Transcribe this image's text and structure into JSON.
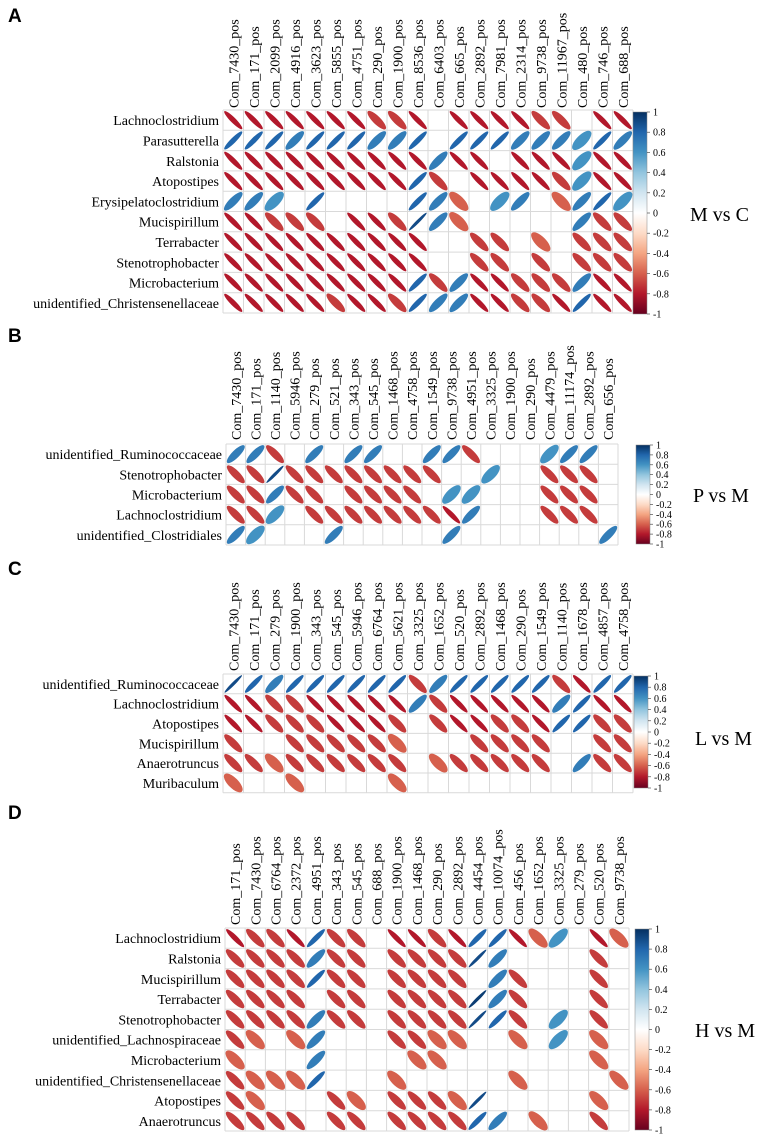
{
  "chart_data": [
    {
      "type": "heatmap",
      "panel": "A",
      "comparison": "M  vs C",
      "columns": [
        "Com_7430_pos",
        "Com_171_pos",
        "Com_2099_pos",
        "Com_4916_pos",
        "Com_3623_pos",
        "Com_5855_pos",
        "Com_4751_pos",
        "Com_290_pos",
        "Com_1900_pos",
        "Com_8536_pos",
        "Com_6403_pos",
        "Com_665_pos",
        "Com_2892_pos",
        "Com_7981_pos",
        "Com_2314_pos",
        "Com_9738_pos",
        "Com_11967_pos",
        "Com_480_pos",
        "Com_746_pos",
        "Com_688_pos"
      ],
      "rows": [
        "Lachnoclostridium",
        "Parasutterella",
        "Ralstonia",
        "Atopostipes",
        "Erysipelatoclostridium",
        "Mucispirillum",
        "Terrabacter",
        "Stenotrophobacter",
        "Microbacterium",
        "unidentified_Christensenellaceae"
      ],
      "values": [
        [
          -0.8,
          -0.8,
          -0.8,
          -0.8,
          -0.8,
          -0.8,
          -0.8,
          -0.7,
          -0.7,
          -0.8,
          0,
          -0.8,
          -0.8,
          -0.8,
          -0.8,
          -0.7,
          -0.7,
          0,
          -0.8,
          -0.8
        ],
        [
          0.8,
          0.8,
          0.8,
          0.7,
          0.8,
          0.8,
          0.8,
          0.7,
          0.7,
          0.8,
          0,
          0.8,
          0.8,
          0.8,
          0.7,
          0.7,
          0.7,
          0.6,
          0.8,
          0.7
        ],
        [
          -0.8,
          -0.8,
          -0.8,
          -0.8,
          -0.8,
          -0.8,
          -0.8,
          -0.8,
          -0.8,
          -0.8,
          0.7,
          -0.8,
          -0.8,
          0,
          -0.8,
          -0.8,
          -0.8,
          0.6,
          -0.8,
          -0.8
        ],
        [
          -0.8,
          -0.8,
          -0.8,
          -0.8,
          -0.8,
          -0.8,
          -0.8,
          -0.8,
          -0.8,
          0.8,
          -0.7,
          0,
          -0.8,
          -0.8,
          -0.8,
          -0.8,
          -0.7,
          0.6,
          -0.8,
          -0.8
        ],
        [
          0.7,
          0.7,
          0.6,
          0,
          0.8,
          0,
          0,
          0,
          0,
          0.8,
          0.7,
          -0.6,
          0,
          0.6,
          0.7,
          0,
          -0.6,
          0.7,
          0.8,
          0.6
        ],
        [
          -0.8,
          -0.8,
          -0.7,
          -0.7,
          -0.7,
          0,
          -0.8,
          -0.8,
          -0.7,
          0.9,
          0.7,
          -0.6,
          0,
          0,
          0,
          0,
          0,
          0.7,
          -0.7,
          -0.7
        ],
        [
          -0.8,
          -0.8,
          -0.8,
          -0.8,
          -0.8,
          -0.8,
          -0.8,
          -0.8,
          -0.8,
          -0.8,
          0,
          0,
          -0.7,
          -0.7,
          0,
          -0.6,
          0,
          -0.7,
          -0.7,
          -0.7
        ],
        [
          -0.8,
          -0.8,
          -0.8,
          -0.8,
          -0.8,
          -0.8,
          -0.8,
          -0.8,
          -0.8,
          -0.8,
          0,
          0,
          -0.7,
          -0.7,
          0,
          -0.7,
          0,
          -0.7,
          -0.7,
          -0.7
        ],
        [
          -0.8,
          -0.8,
          -0.8,
          -0.8,
          -0.8,
          -0.8,
          -0.8,
          -0.8,
          -0.8,
          0.8,
          -0.7,
          0.7,
          -0.8,
          -0.8,
          -0.7,
          -0.7,
          -0.7,
          0.7,
          -0.8,
          -0.8
        ],
        [
          -0.8,
          -0.8,
          -0.8,
          -0.8,
          -0.8,
          -0.7,
          -0.8,
          -0.8,
          -0.7,
          0.8,
          0.7,
          0.7,
          -0.8,
          -0.8,
          -0.7,
          -0.7,
          -0.8,
          0.8,
          -0.8,
          -0.8
        ]
      ]
    },
    {
      "type": "heatmap",
      "panel": "B",
      "comparison": "P vs M",
      "columns": [
        "Com_7430_pos",
        "Com_171_pos",
        "Com_1140_pos",
        "Com_5946_pos",
        "Com_279_pos",
        "Com_521_pos",
        "Com_343_pos",
        "Com_545_pos",
        "Com_1468_pos",
        "Com_4758_pos",
        "Com_1549_pos",
        "Com_9738_pos",
        "Com_4951_pos",
        "Com_3325_pos",
        "Com_1900_pos",
        "Com_290_pos",
        "Com_4479_pos",
        "Com_11174_pos",
        "Com_2892_pos",
        "Com_656_pos"
      ],
      "rows": [
        "unidentified_Ruminococcaceae",
        "Stenotrophobacter",
        "Microbacterium",
        "Lachnoclostridium",
        "unidentified_Clostridiales"
      ],
      "values": [
        [
          0.7,
          0.7,
          -0.7,
          0,
          0.7,
          0,
          0.7,
          0.7,
          0,
          0,
          0.7,
          0.7,
          -0.7,
          0,
          0,
          0,
          0.6,
          0.7,
          0.7,
          0
        ],
        [
          -0.7,
          -0.7,
          0.9,
          -0.7,
          -0.7,
          -0.7,
          -0.7,
          -0.7,
          -0.7,
          -0.7,
          -0.7,
          0,
          0,
          0.6,
          0,
          0,
          -0.7,
          -0.7,
          -0.7,
          0
        ],
        [
          -0.7,
          -0.7,
          0.7,
          -0.7,
          -0.7,
          0,
          -0.7,
          -0.7,
          -0.7,
          -0.7,
          0,
          0.6,
          0.6,
          0,
          0,
          0,
          -0.7,
          -0.7,
          -0.7,
          0
        ],
        [
          -0.7,
          -0.7,
          0.6,
          0,
          -0.7,
          -0.7,
          -0.7,
          -0.7,
          -0.7,
          -0.7,
          -0.7,
          -0.8,
          0.7,
          0,
          0,
          0,
          -0.7,
          -0.7,
          -0.7,
          0
        ],
        [
          0.7,
          0.6,
          0,
          0,
          0,
          0.7,
          0,
          0,
          0,
          0,
          0,
          0.7,
          0,
          0,
          0,
          0,
          0,
          0,
          0,
          0.7
        ]
      ]
    },
    {
      "type": "heatmap",
      "panel": "C",
      "comparison": "L vs M",
      "columns": [
        "Com_7430_pos",
        "Com_171_pos",
        "Com_279_pos",
        "Com_1900_pos",
        "Com_343_pos",
        "Com_545_pos",
        "Com_5946_pos",
        "Com_6764_pos",
        "Com_5621_pos",
        "Com_3325_pos",
        "Com_1652_pos",
        "Com_520_pos",
        "Com_2892_pos",
        "Com_1468_pos",
        "Com_290_pos",
        "Com_1549_pos",
        "Com_1140_pos",
        "Com_1678_pos",
        "Com_4857_pos",
        "Com_4758_pos"
      ],
      "rows": [
        "unidentified_Ruminococcaceae",
        "Lachnoclostridium",
        "Atopostipes",
        "Mucispirillum",
        "Anaerotruncus",
        "Muribaculum"
      ],
      "values": [
        [
          0.9,
          0.8,
          0.7,
          0.8,
          0.8,
          0.8,
          0.8,
          0.8,
          0.8,
          -0.7,
          0.7,
          0.8,
          0.8,
          0.8,
          0.8,
          0.8,
          -0.7,
          -0.8,
          0.8,
          0.8
        ],
        [
          -0.8,
          -0.8,
          -0.7,
          -0.7,
          -0.8,
          -0.8,
          -0.8,
          -0.8,
          -0.8,
          0.7,
          -0.7,
          -0.8,
          -0.8,
          -0.8,
          -0.8,
          -0.8,
          0.7,
          0.8,
          -0.8,
          -0.8
        ],
        [
          -0.8,
          -0.8,
          -0.7,
          -0.7,
          -0.7,
          -0.8,
          -0.8,
          -0.8,
          -0.7,
          0,
          -0.7,
          -0.8,
          -0.8,
          -0.7,
          -0.7,
          -0.8,
          0.8,
          0.8,
          -0.7,
          -0.7
        ],
        [
          -0.7,
          0,
          0,
          -0.7,
          -0.7,
          -0.7,
          -0.7,
          -0.7,
          -0.6,
          0,
          0,
          0,
          -0.7,
          -0.7,
          -0.7,
          -0.7,
          0,
          0,
          -0.7,
          -0.7
        ],
        [
          -0.7,
          -0.7,
          -0.6,
          -0.7,
          -0.7,
          -0.7,
          -0.7,
          -0.7,
          -0.7,
          0,
          -0.6,
          -0.7,
          -0.7,
          -0.7,
          -0.7,
          -0.7,
          0,
          0.7,
          -0.7,
          -0.7
        ],
        [
          -0.6,
          0,
          0,
          -0.6,
          0,
          0,
          0,
          0,
          -0.6,
          0,
          0,
          0,
          0,
          0,
          0,
          0,
          0,
          0,
          0,
          0
        ]
      ]
    },
    {
      "type": "heatmap",
      "panel": "D",
      "comparison": "H vs M",
      "columns": [
        "Com_171_pos",
        "Com_7430_pos",
        "Com_6764_pos",
        "Com_2372_pos",
        "Com_4951_pos",
        "Com_343_pos",
        "Com_545_pos",
        "Com_688_pos",
        "Com_1900_pos",
        "Com_1468_pos",
        "Com_290_pos",
        "Com_2892_pos",
        "Com_4454_pos",
        "Com_10074_pos",
        "Com_456_pos",
        "Com_1652_pos",
        "Com_3325_pos",
        "Com_279_pos",
        "Com_520_pos",
        "Com_9738_pos"
      ],
      "rows": [
        "Lachnoclostridium",
        "Ralstonia",
        "Mucispirillum",
        "Terrabacter",
        "Stenotrophobacter",
        "unidentified_Lachnospiraceae",
        "Microbacterium",
        "unidentified_Christensenellaceae",
        "Atopostipes",
        "Anaerotruncus"
      ],
      "values": [
        [
          -0.8,
          -0.7,
          -0.7,
          -0.8,
          0.8,
          -0.7,
          -0.7,
          0,
          -0.8,
          -0.8,
          -0.7,
          -0.8,
          0.8,
          0.8,
          -0.8,
          -0.6,
          0.6,
          0,
          -0.8,
          -0.6
        ],
        [
          -0.7,
          -0.7,
          -0.7,
          -0.7,
          0.7,
          -0.7,
          -0.7,
          0,
          -0.7,
          -0.7,
          -0.7,
          -0.7,
          0.9,
          0.7,
          0,
          0,
          0,
          0,
          -0.7,
          0
        ],
        [
          -0.7,
          -0.7,
          -0.7,
          -0.7,
          0.8,
          -0.7,
          -0.7,
          0,
          -0.7,
          -0.7,
          -0.7,
          -0.7,
          0,
          0.7,
          -0.7,
          0,
          0,
          0,
          -0.7,
          0
        ],
        [
          -0.7,
          -0.7,
          -0.7,
          -0.7,
          0,
          -0.7,
          -0.7,
          0,
          -0.7,
          -0.7,
          -0.7,
          -0.7,
          0.95,
          0.7,
          -0.7,
          0,
          0,
          0,
          -0.7,
          0
        ],
        [
          -0.7,
          -0.7,
          -0.7,
          -0.7,
          0.7,
          -0.7,
          -0.7,
          0,
          -0.7,
          -0.7,
          -0.7,
          -0.7,
          0.9,
          0.8,
          -0.7,
          0,
          0.6,
          0,
          -0.7,
          0
        ],
        [
          -0.7,
          -0.6,
          0,
          -0.6,
          0.7,
          0,
          0,
          0,
          -0.7,
          -0.7,
          -0.6,
          -0.6,
          0,
          0,
          -0.6,
          0,
          0.6,
          0,
          -0.6,
          0
        ],
        [
          -0.6,
          0,
          0,
          0,
          0.7,
          0,
          0,
          0,
          0,
          -0.6,
          -0.6,
          0,
          0,
          0,
          0,
          0,
          0,
          0,
          -0.6,
          0
        ],
        [
          -0.7,
          -0.6,
          -0.6,
          -0.6,
          0.8,
          0,
          0,
          0,
          -0.6,
          0,
          0,
          0,
          0,
          0,
          -0.6,
          0,
          0,
          0,
          0,
          -0.6
        ],
        [
          -0.7,
          -0.6,
          0,
          0,
          0,
          -0.7,
          -0.6,
          0,
          -0.7,
          -0.7,
          -0.7,
          -0.6,
          0.9,
          0,
          0,
          0,
          0,
          0,
          -0.6,
          0
        ],
        [
          -0.7,
          -0.7,
          -0.7,
          -0.7,
          0,
          -0.7,
          -0.7,
          0,
          -0.7,
          -0.7,
          -0.7,
          -0.7,
          0.8,
          0.7,
          0,
          -0.6,
          0,
          0,
          -0.7,
          0
        ]
      ]
    }
  ],
  "colorbar": {
    "ticks": [
      "1",
      "0.8",
      "0.6",
      "0.4",
      "0.2",
      "0",
      "-0.2",
      "-0.4",
      "-0.6",
      "-0.8",
      "-1"
    ],
    "colors": [
      "#053061",
      "#2166ac",
      "#4393c3",
      "#92c5de",
      "#d1e5f0",
      "#ffffff",
      "#fddbc7",
      "#f4a582",
      "#d6604d",
      "#b2182b",
      "#67001f"
    ]
  }
}
